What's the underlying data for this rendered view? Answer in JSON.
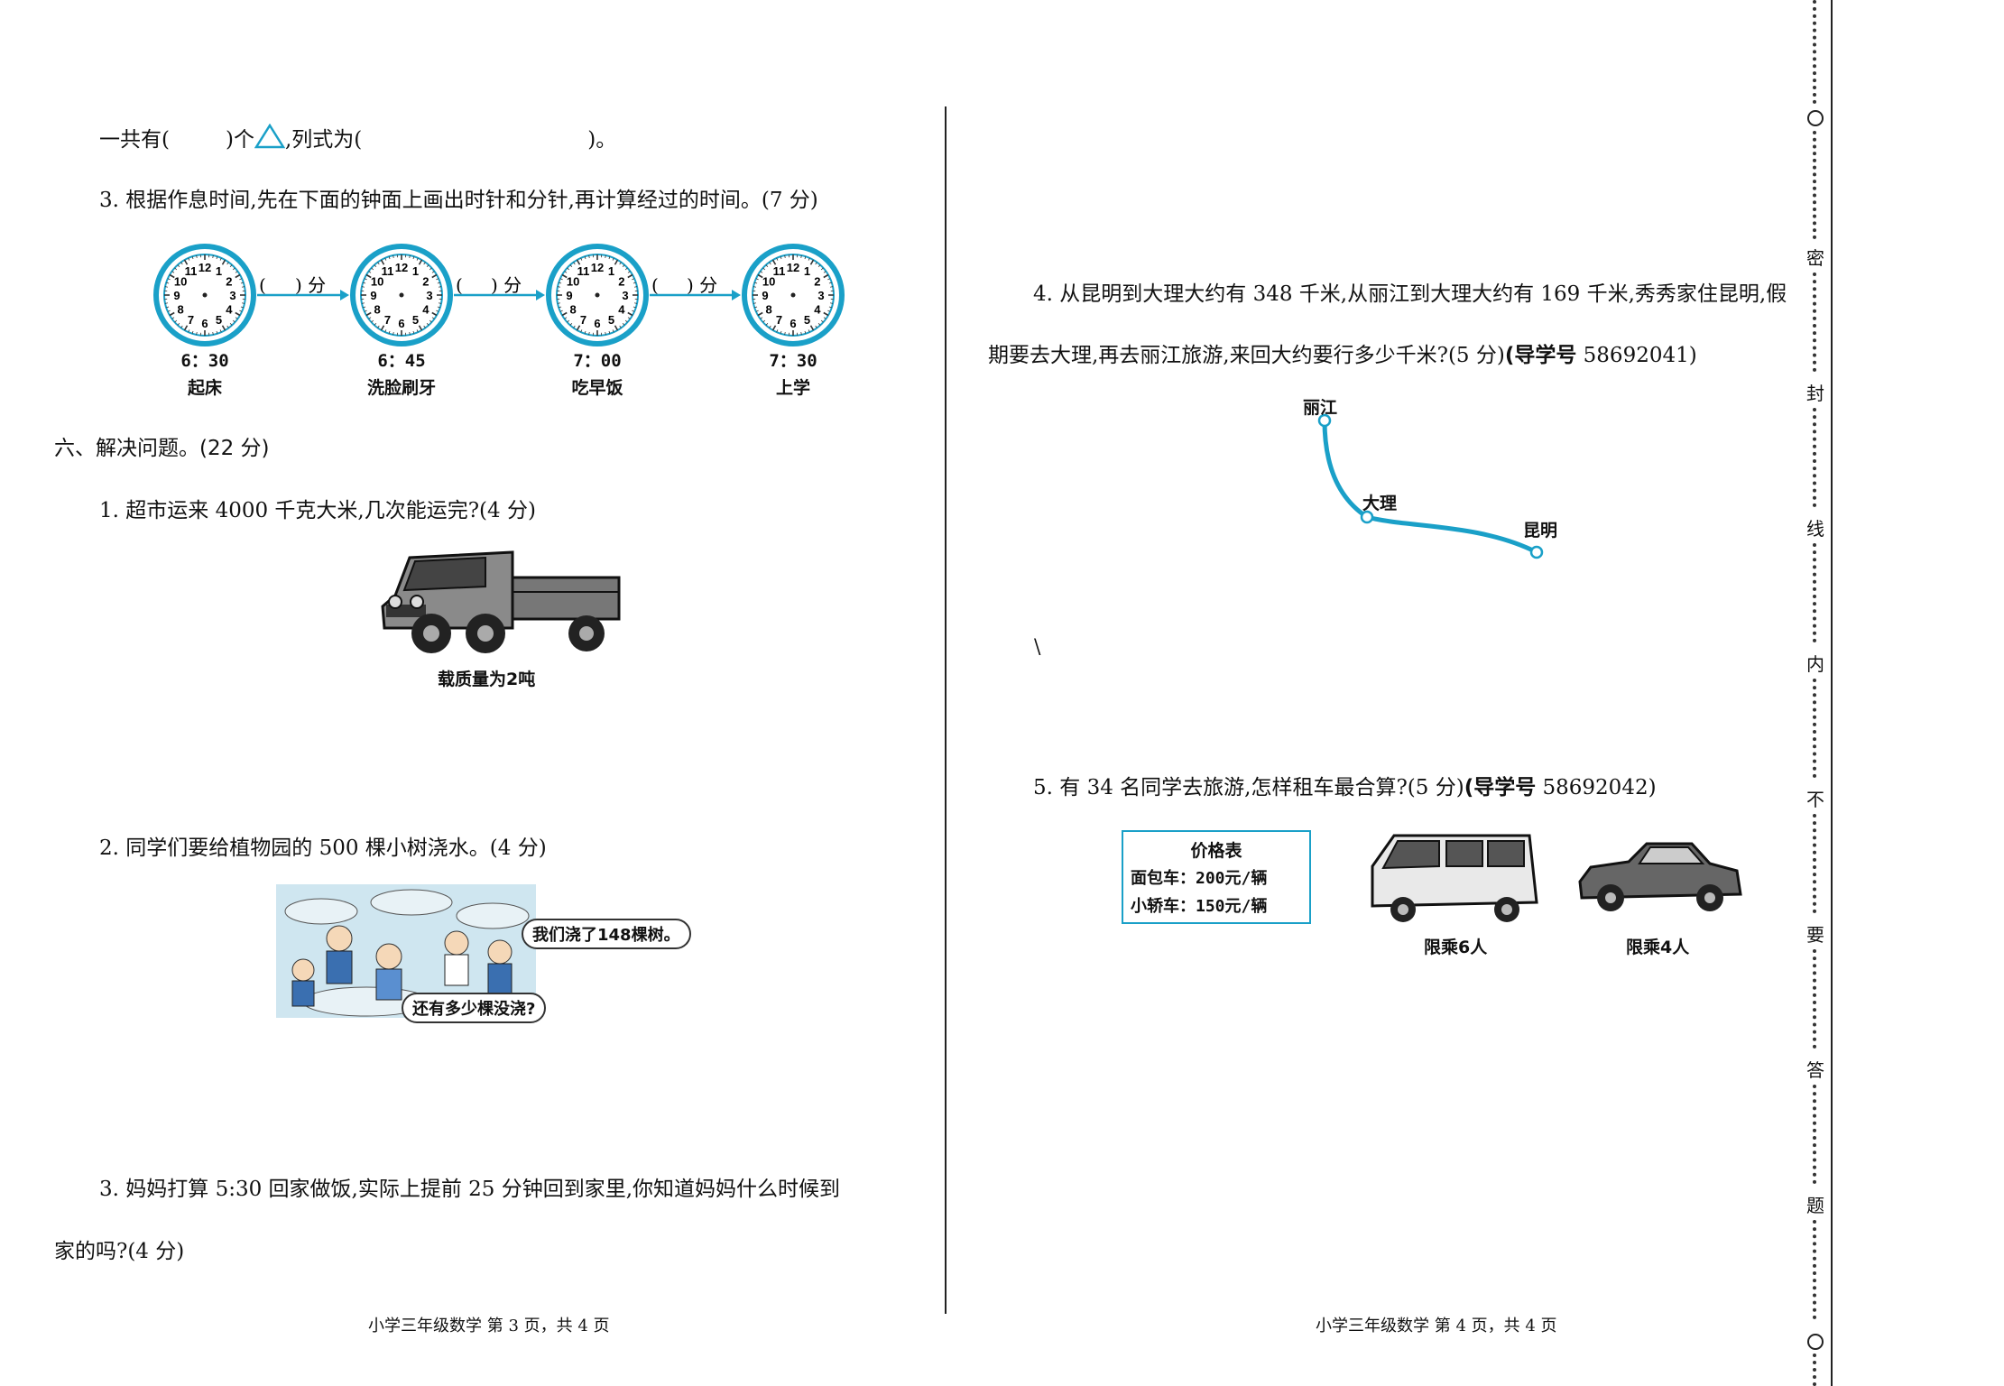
{
  "left": {
    "line1": {
      "text_a": "一共有(",
      "text_b": ")个",
      "text_c": ",列式为(",
      "text_d": ")。"
    },
    "q3_title": "3. 根据作息时间,先在下面的钟面上画出时针和分针,再计算经过的时间。(7 分)",
    "clocks": [
      {
        "time": "6：30",
        "label": "起床"
      },
      {
        "time": "6：45",
        "label": "洗脸刷牙"
      },
      {
        "time": "7：00",
        "label": "吃早饭"
      },
      {
        "time": "7：30",
        "label": "上学"
      }
    ],
    "clock_numbers": [
      "12",
      "1",
      "2",
      "3",
      "4",
      "5",
      "6",
      "7",
      "8",
      "9",
      "10",
      "11"
    ],
    "arrow_label": {
      "open": "(",
      "close": ")",
      "unit": "分"
    },
    "section6_title": "六、解决问题。(22 分)",
    "p1_title": "1. 超市运来 4000 千克大米,几次能运完?(4 分)",
    "truck_caption": "载质量为2吨",
    "p2_title": "2. 同学们要给植物园的 500 棵小树浇水。(4 分)",
    "bubble1": "我们浇了148棵树。",
    "bubble2": "还有多少棵没浇?",
    "p3_line1": "3. 妈妈打算 5:30 回家做饭,实际上提前 25 分钟回到家里,你知道妈妈什么时候到",
    "p3_line2": "家的吗?(4 分)",
    "footer": "小学三年级数学  第 3 页，共 4 页"
  },
  "right": {
    "p4_line1": "4. 从昆明到大理大约有 348 千米,从丽江到大理大约有 169 千米,秀秀家住昆明,假",
    "p4_line2_a": "期要去大理,再去丽江旅游,来回大约要行多少千米?(5 分)",
    "p4_line2_b": "(导学号",
    "p4_line2_c": " 58692041)",
    "map_labels": {
      "lijiang": "丽江",
      "dali": "大理",
      "kunming": "昆明"
    },
    "stray_mark": "\\",
    "p5_a": "5. 有 34 名同学去旅游,怎样租车最合算?(5 分)",
    "p5_b": "(导学号",
    "p5_c": " 58692042)",
    "price_table": {
      "title": "价格表",
      "row1": "面包车：200元/辆",
      "row2": "小轿车：150元/辆"
    },
    "van_caption": "限乘6人",
    "car_caption": "限乘4人",
    "footer": "小学三年级数学  第 4 页，共 4 页"
  },
  "binding": [
    "密",
    "封",
    "线",
    "内",
    "不",
    "要",
    "答",
    "题"
  ],
  "colors": {
    "accent": "#1aa0c8",
    "ink": "#111111"
  }
}
